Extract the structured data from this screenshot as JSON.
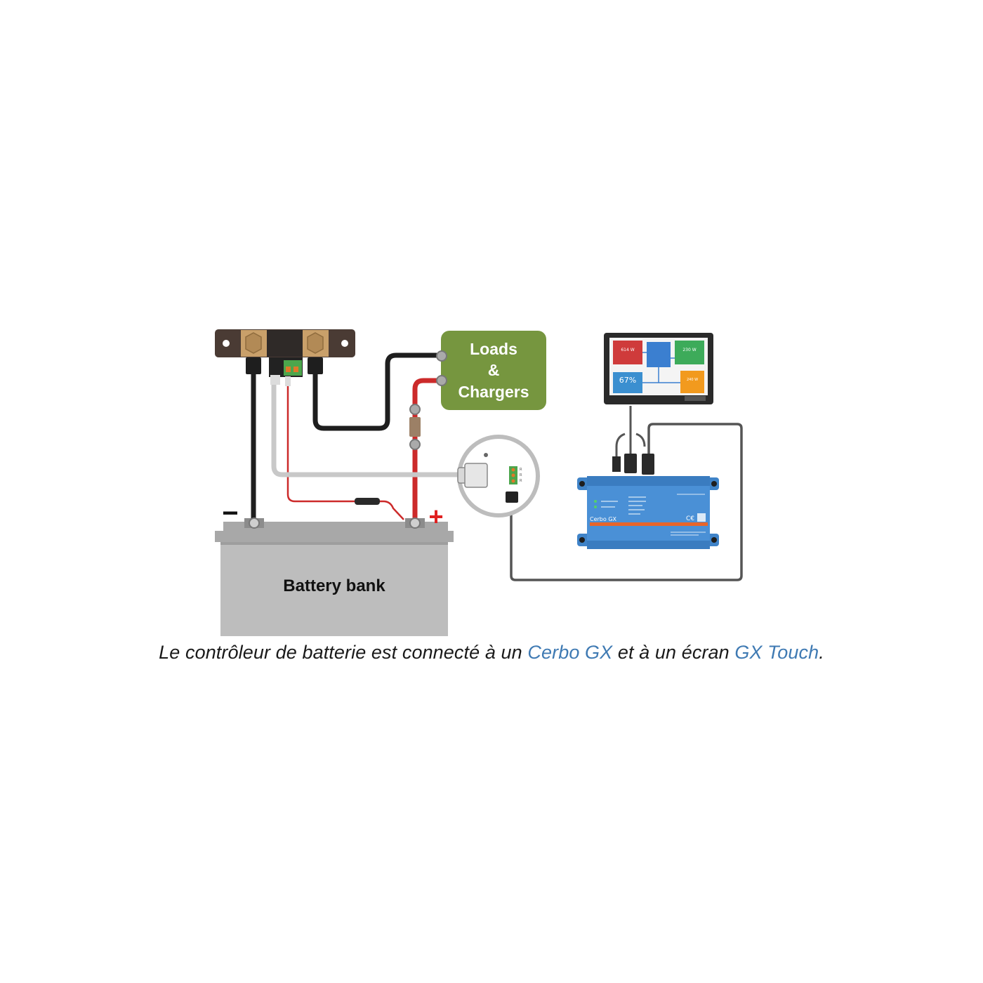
{
  "diagram": {
    "loads_box": {
      "line1": "Loads",
      "line2": "&",
      "line3": "Chargers"
    },
    "battery": {
      "label": "Battery bank",
      "negative_symbol": "−",
      "positive_symbol": "+"
    },
    "cerbo": {
      "label": "Cerbo GX"
    },
    "touch_screen": {
      "tiles": [
        "614 W",
        "230 W",
        "67%",
        "240 W"
      ]
    }
  },
  "caption": {
    "text_before": "Le contrôleur de batterie est connecté à un ",
    "link1": "Cerbo GX",
    "text_middle": " et à un écran ",
    "link2": "GX Touch",
    "text_after": "."
  },
  "colors": {
    "loads_green": "#76963f",
    "battery_gray": "#bdbdbd",
    "cerbo_blue": "#4a90d6",
    "cable_black": "#1e1e1e",
    "cable_red": "#cc2a2a",
    "cable_gray": "#c8c8c8",
    "link_blue": "#3f7ab3"
  }
}
